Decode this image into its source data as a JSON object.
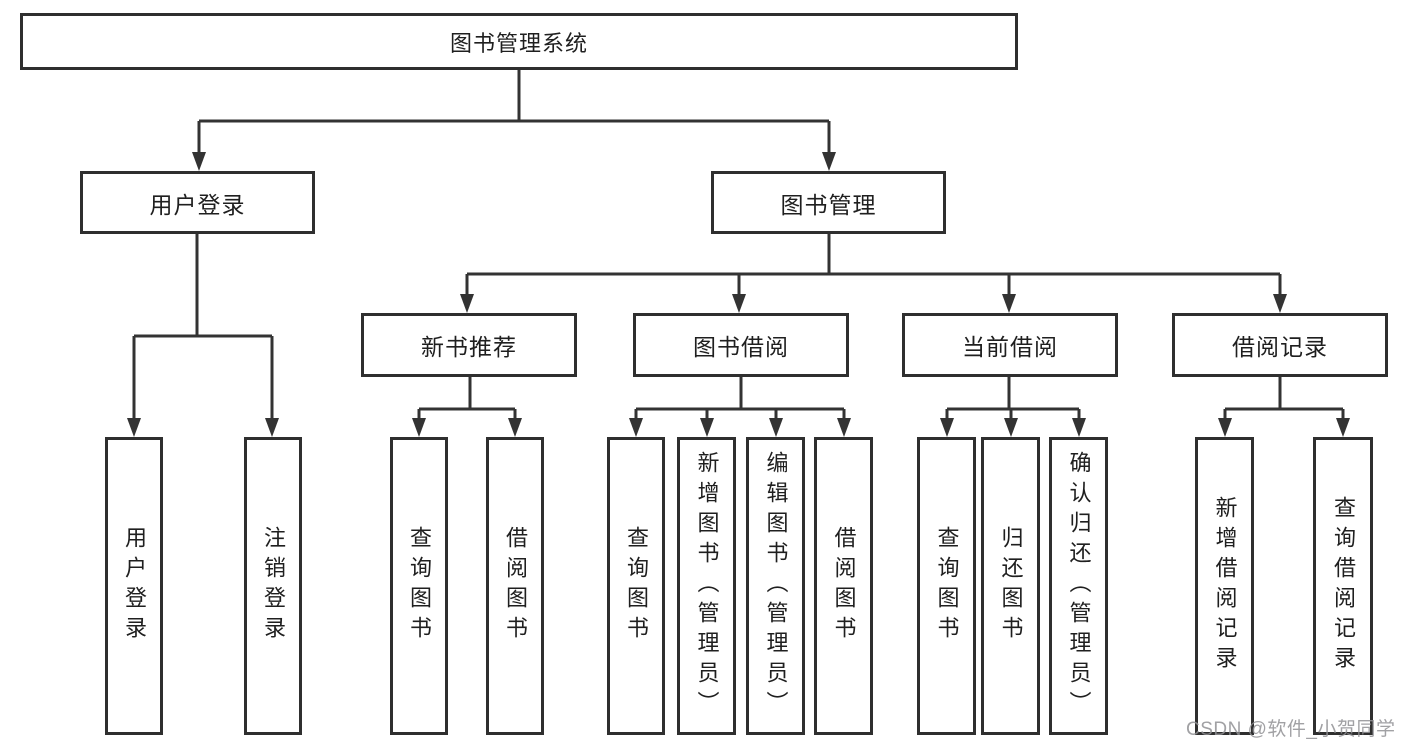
{
  "diagram": {
    "root_label": "图书管理系统",
    "branches": [
      {
        "label": "用户登录",
        "children": [
          "用户登录",
          "注销登录"
        ]
      },
      {
        "label": "图书管理",
        "children": [
          {
            "label": "新书推荐",
            "children": [
              "查询图书",
              "借阅图书"
            ]
          },
          {
            "label": "图书借阅",
            "children": [
              "查询图书",
              "新增图书（管理员）",
              "编辑图书（管理员）",
              "借阅图书"
            ]
          },
          {
            "label": "当前借阅",
            "children": [
              "查询图书",
              "归还图书",
              "确认归还（管理员）"
            ]
          },
          {
            "label": "借阅记录",
            "children": [
              "新增借阅记录",
              "查询借阅记录"
            ]
          }
        ]
      }
    ],
    "watermark": "CSDN @软件_小贺同学",
    "colors": {
      "line": "#333333",
      "box_border": "#2f2f2f",
      "text": "#1f1f1f",
      "watermark": "#919194",
      "background": "#ffffff"
    }
  }
}
